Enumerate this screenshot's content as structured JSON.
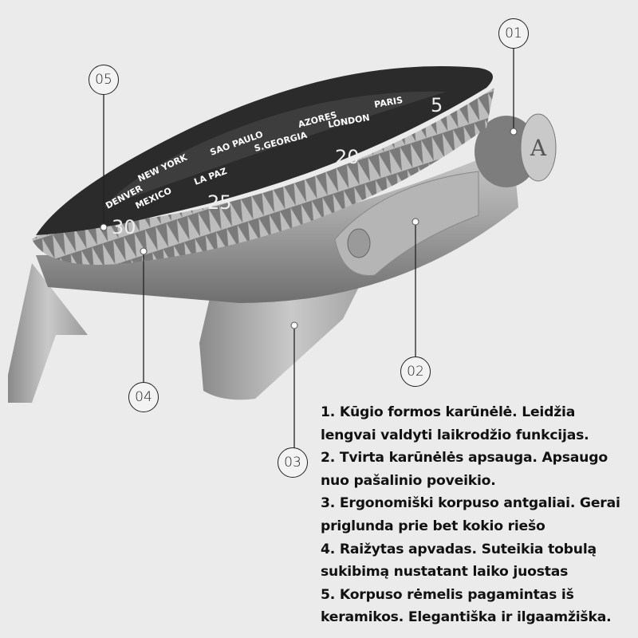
{
  "callouts": {
    "c1": "01",
    "c2": "02",
    "c3": "03",
    "c4": "04",
    "c5": "05"
  },
  "dial": {
    "cities": [
      "DENVER",
      "NEW YORK",
      "SAO PAULO",
      "AZORES",
      "PARIS",
      "MEXICO",
      "LA PAZ",
      "S.GEORGIA",
      "LONDON"
    ],
    "numerals": [
      "30",
      "25",
      "20",
      "5"
    ],
    "crown_letter": "A"
  },
  "features": [
    {
      "line1": "1. Kūgio formos karūnėlė. Leidžia",
      "line2": "lengvai valdyti laikrodžio funkcijas."
    },
    {
      "line1": "2. Tvirta karūnėlės apsauga. Apsaugo",
      "line2": "nuo pašalinio poveikio."
    },
    {
      "line1": "3. Ergonomiški korpuso antgaliai. Gerai",
      "line2": "priglunda prie bet kokio riešo"
    },
    {
      "line1": "4. Raižytas apvadas. Suteikia tobulą",
      "line2": "sukibimą nustatant laiko juostas"
    },
    {
      "line1": "5. Korpuso rėmelis pagamintas iš",
      "line2": "keramikos. Elegantiška ir ilgaamžiška."
    }
  ]
}
